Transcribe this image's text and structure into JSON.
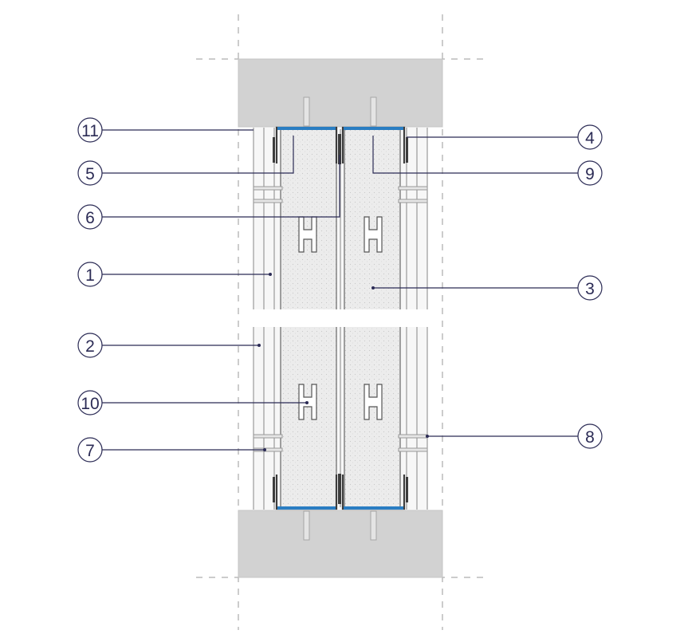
{
  "colors": {
    "slab": "#d2d2d2",
    "slab_edge": "#c4c4c4",
    "board": "#f0f0f0",
    "board_line": "#9a9a9a",
    "insulation": "#ececec",
    "profile": "#3d3d3d",
    "seal": "#2a7dc2",
    "leader": "#2b2b55",
    "axis": "#9a9a9a"
  },
  "callouts": [
    {
      "id": "11",
      "label": "11"
    },
    {
      "id": "5",
      "label": "5"
    },
    {
      "id": "6",
      "label": "6"
    },
    {
      "id": "1",
      "label": "1"
    },
    {
      "id": "2",
      "label": "2"
    },
    {
      "id": "10",
      "label": "10"
    },
    {
      "id": "7",
      "label": "7"
    },
    {
      "id": "4",
      "label": "4"
    },
    {
      "id": "9",
      "label": "9"
    },
    {
      "id": "3",
      "label": "3"
    },
    {
      "id": "8",
      "label": "8"
    }
  ]
}
